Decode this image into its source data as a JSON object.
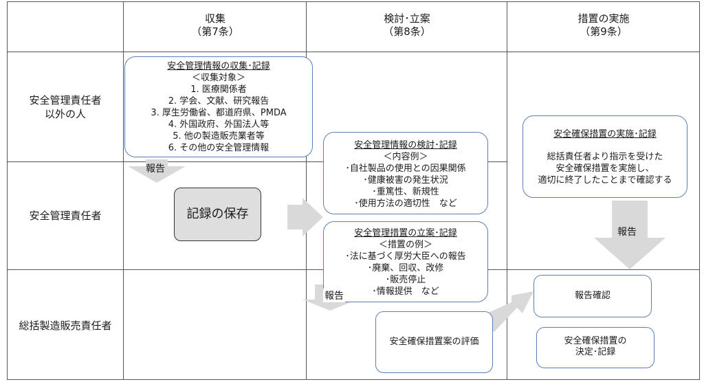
{
  "header": {
    "col1_line1": "収集",
    "col1_line2": "（第7条）",
    "col2_line1": "検討･立案",
    "col2_line2": "（第8条）",
    "col3_line1": "措置の実施",
    "col3_line2": "（第9条）"
  },
  "rows": {
    "row1_line1": "安全管理責任者",
    "row1_line2": "以外の人",
    "row2": "安全管理責任者",
    "row3": "総括製造販売責任者"
  },
  "collect_box": {
    "title": "安全管理情報の収集･記録",
    "lines": [
      "＜収集対象＞",
      "1. 医療関係者",
      "2. 学会、文献、研究報告",
      "3. 厚生労働省、都道府県、PMDA",
      "4. 外国政府、外国法人等",
      "5. 他の製造販売業者等",
      "6. その他の安全管理情報"
    ]
  },
  "report_label_1": "報告",
  "save_box": {
    "label": "記録の保存"
  },
  "review_box": {
    "title": "安全管理情報の検討･記録",
    "lines": [
      "＜内容例＞",
      "･自社製品の使用との因果関係",
      "･健康被害の発生状況",
      "･重篤性、新規性",
      "･使用方法の適切性　など"
    ]
  },
  "measure_plan_box": {
    "title": "安全管理措置の立案･記録",
    "lines": [
      "＜措置の例＞",
      "･法に基づく厚労大臣への報告",
      "･廃棄、回収、改修",
      "･販売停止",
      "･情報提供　など"
    ]
  },
  "report_label_2": "報告",
  "eval_box": {
    "label": "安全確保措置案の評価"
  },
  "implement_box": {
    "title": "安全確保措置の実施･記録",
    "lines": [
      "総括責任者より指示を受けた",
      "安全確保措置を実施し、",
      "適切に終了したことまで確認する"
    ]
  },
  "report_label_3": "報告",
  "confirm_box": {
    "label": "報告確認"
  },
  "decide_box": {
    "line1": "安全確保措置の",
    "line2": "決定･記録"
  }
}
